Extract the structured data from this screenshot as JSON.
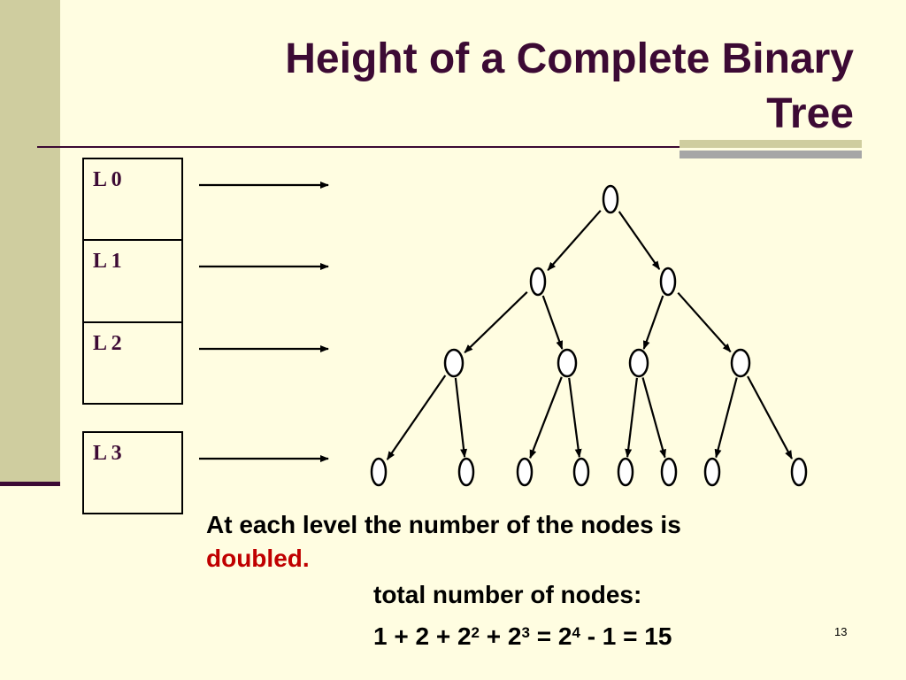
{
  "slide": {
    "title_line1": "Height of a Complete Binary",
    "title_line2": "Tree",
    "levels": [
      "L 0",
      "L 1",
      "L 2",
      "L 3"
    ],
    "caption_part1": "At each level the number of the nodes is",
    "caption_part2": "doubled.",
    "total_label": "total number of nodes:",
    "formula": {
      "p1": "1 + 2 + 2",
      "e1": "2",
      "p2": " + 2",
      "e2": "3",
      "p3": " = 2",
      "e3": "4",
      "p4": " - 1 = 15"
    },
    "page_number": "13"
  },
  "tree": {
    "levels": [
      1,
      2,
      4,
      8
    ],
    "node_count": 15
  },
  "colors": {
    "background": "#FFFDE1",
    "side_band": "#CFCD9F",
    "accent_dark": "#3C0A34",
    "accent_grey": "#A6A6A6",
    "highlight_red": "#C00000"
  }
}
